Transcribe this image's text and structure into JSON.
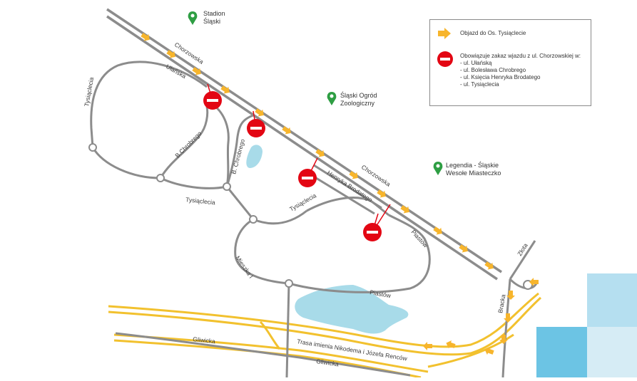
{
  "colors": {
    "road": "#8c8c8c",
    "road_major": "#8c8c8c",
    "highway": "#f2c12e",
    "water": "#a8dbe9",
    "detour_arrow": "#f7b52c",
    "no_entry": "#e30613",
    "poi_pin": "#2e9e43",
    "corner_blue_light": "#b5dff0",
    "corner_blue_mid": "#6cc4e4",
    "corner_blue_pale": "#d6ecf5"
  },
  "pois": [
    {
      "line1": "Stadion",
      "line2": "Śląski"
    },
    {
      "line1": "Śląski Ogród",
      "line2": "Zoologiczny"
    },
    {
      "line1": "Legendia - Śląskie",
      "line2": "Wesołe Miasteczko"
    }
  ],
  "streets": {
    "chorzowska_top": "Chorzowska",
    "chorzowska_mid": "Chorzowska",
    "ulanska": "Ułańska",
    "tysiaclecia_left": "Tysiąclecia",
    "tysiaclecia_bottom": "Tysiąclecia",
    "tysiaclecia_center": "Tysiąclecia",
    "b_chrobrego_left": "B.Chrobrego",
    "b_chrobrego_right": "B. Chrobrego",
    "henryka_brodatego": "Henryka Brodatego",
    "piastow_right": "Piastów",
    "piastow_bottom": "Piastów",
    "mieszka": "Mieszka I",
    "gliwicka_top": "Gliwicka",
    "gliwicka_bottom": "Gliwicka",
    "trasa": "Trasa imienia Nikodema i Józefa Renców",
    "zlota": "Złota",
    "bracka": "Bracka"
  },
  "legend": {
    "detour_label": "Objazd do Os. Tysiąclecie",
    "ban_heading": "Obowiązuje zakaz wjazdu z ul. Chorzowskiej w:",
    "ban_items": [
      "- ul. Ułańską",
      "- ul. Bolesława Chrobrego",
      "- ul. Księcia Henryka Brodatego",
      "- ul. Tysiąclecia"
    ]
  }
}
